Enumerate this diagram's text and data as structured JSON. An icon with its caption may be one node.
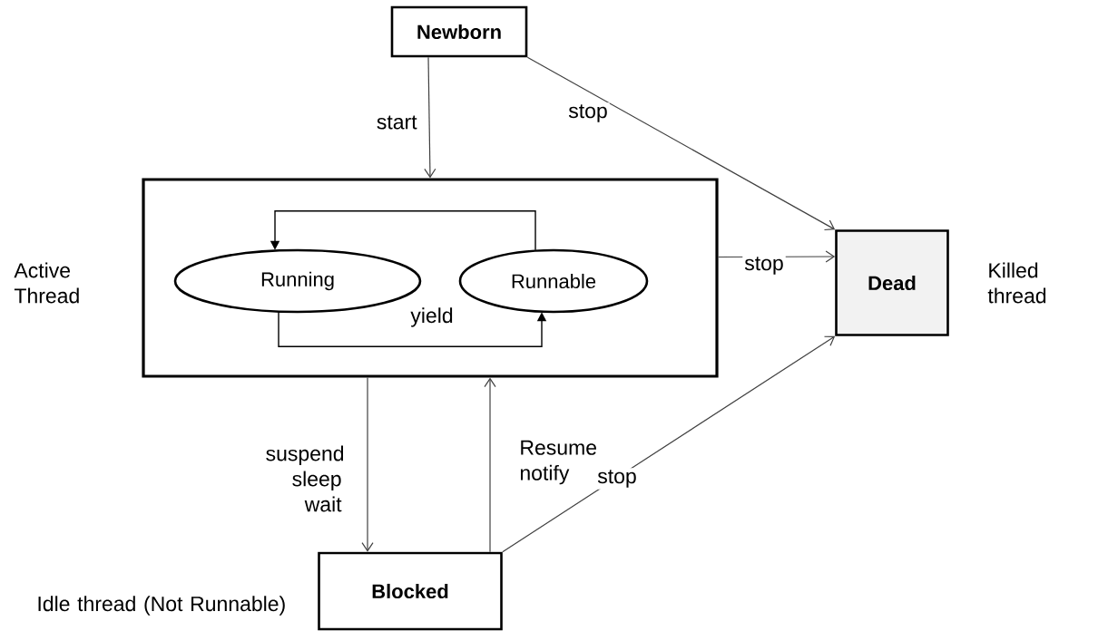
{
  "diagram": {
    "nodes": [
      {
        "text": [
          "Newborn"
        ]
      },
      {
        "text": [],
        "shape": "box",
        "beside": [
          "Active Thread"
        ]
      },
      {
        "text": [
          "Running"
        ],
        "in": 1
      },
      {
        "text": [
          "Runnable"
        ],
        "in": 1
      },
      {
        "text": [
          "Dead"
        ],
        "beside": [
          "Killed thread"
        ]
      },
      {
        "text": [
          "Blocked"
        ]
      }
    ],
    "labels": [
      "Idle thread (Not Runnable)"
    ],
    "edges": [
      {
        "from": 0,
        "to": 1,
        "arrow": "to",
        "label": "start"
      },
      {
        "from": 0,
        "to": 4,
        "arrow": "to",
        "label": "stop"
      },
      {
        "from": 3,
        "to": 2,
        "arrow": "to"
      },
      {
        "from": 2,
        "to": 3,
        "arrow": "to",
        "label": "yield"
      },
      {
        "from": 1,
        "to": 4,
        "arrow": "to",
        "label": "stop"
      },
      {
        "from": 1,
        "to": 5,
        "arrow": "to",
        "label": "suspend sleep wait"
      },
      {
        "from": 5,
        "to": 1,
        "arrow": "to",
        "label": "Resume notify"
      },
      {
        "from": 5,
        "to": 4,
        "arrow": "to",
        "label": "stop"
      }
    ]
  }
}
